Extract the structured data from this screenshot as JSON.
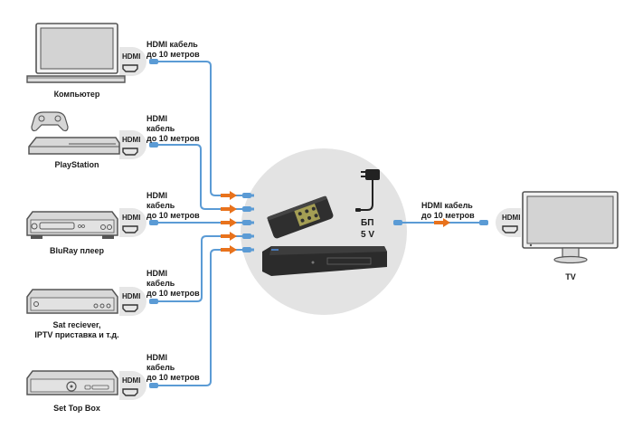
{
  "title": "HDMI switch connection diagram",
  "colors": {
    "cable": "#5b9bd5",
    "connector": "#5b9bd5",
    "arrow": "#e8721c",
    "hub_circle": "#e3e3e3",
    "device_fill": "#d8d8d8",
    "device_stroke": "#555555"
  },
  "port_label": "HDMI",
  "sources": [
    {
      "name": "Компьютер",
      "icon": "laptop-icon",
      "cable_label": "HDMI кабель\nдо 10 метров"
    },
    {
      "name": "PlayStation",
      "icon": "game-console-icon",
      "cable_label": "HDMI\nкабель\nдо 10 метров"
    },
    {
      "name": "BluRay плеер",
      "icon": "bluray-player-icon",
      "cable_label": "HDMI\nкабель\nдо 10 метров"
    },
    {
      "name": "Sat reciever,\nIPTV приставка и т.д.",
      "icon": "satellite-receiver-icon",
      "cable_label": "HDMI\nкабель\nдо 10 метров"
    },
    {
      "name": "Set Top Box",
      "icon": "set-top-box-icon",
      "cable_label": "HDMI\nкабель\nдо 10 метров"
    }
  ],
  "hub": {
    "switch": "hdmi-switch-icon",
    "remote": "remote-control-icon",
    "power": "power-adapter-icon",
    "power_label": "БП\n5 V"
  },
  "output": {
    "name": "TV",
    "icon": "tv-icon",
    "cable_label": "HDMI кабель\nдо 10 метров"
  }
}
